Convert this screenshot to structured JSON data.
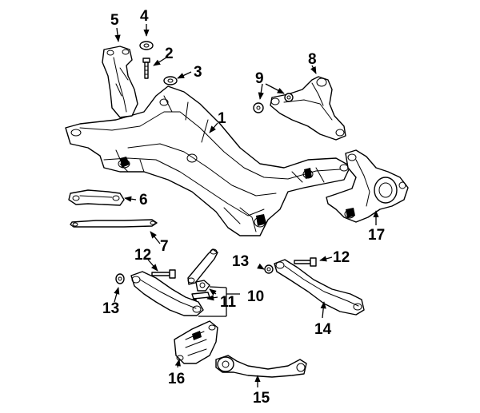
{
  "callouts": {
    "c1": "1",
    "c2": "2",
    "c3": "3",
    "c4": "4",
    "c5": "5",
    "c6": "6",
    "c7": "7",
    "c8": "8",
    "c9": "9",
    "c10": "10",
    "c11": "11",
    "c12a": "12",
    "c12b": "12",
    "c13a": "13",
    "c13b": "13",
    "c14": "14",
    "c15": "15",
    "c16": "16",
    "c17": "17"
  }
}
